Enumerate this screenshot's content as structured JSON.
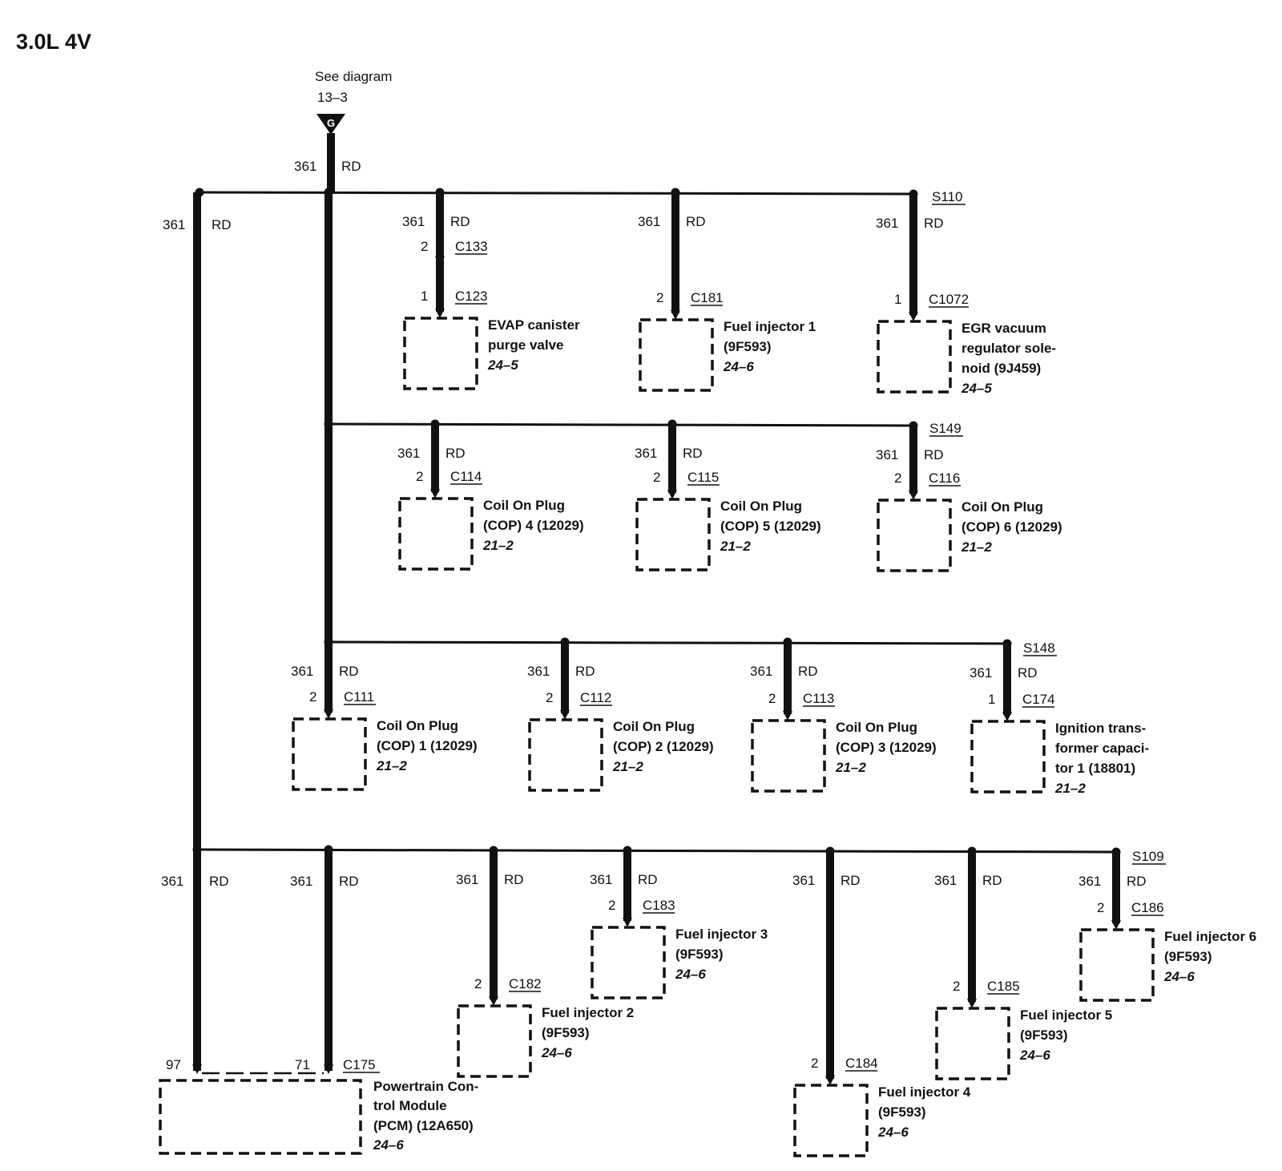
{
  "title": "3.0L 4V",
  "ref": {
    "line1": "See diagram",
    "line2": "13–3",
    "symbol": "G"
  },
  "feed": {
    "circuit": "361",
    "color": "RD"
  },
  "trunk": {
    "circuit": "361",
    "color": "RD"
  },
  "splices": [
    "S110",
    "S149",
    "S148",
    "S109"
  ],
  "components": [
    {
      "pin": "1",
      "connector": "C123",
      "upper_pin": "2",
      "upper_connector": "C133",
      "label": [
        "EVAP canister",
        "purge valve"
      ],
      "page": "24–5"
    },
    {
      "pin": "2",
      "connector": "C181",
      "label": [
        "Fuel injector 1",
        "(9F593)"
      ],
      "page": "24–6"
    },
    {
      "pin": "1",
      "connector": "C1072",
      "label": [
        "EGR vacuum",
        "regulator sole-",
        "noid (9J459)"
      ],
      "page": "24–5"
    },
    {
      "pin": "2",
      "connector": "C114",
      "label": [
        "Coil On Plug",
        "(COP) 4 (12029)"
      ],
      "page": "21–2"
    },
    {
      "pin": "2",
      "connector": "C115",
      "label": [
        "Coil On Plug",
        "(COP) 5 (12029)"
      ],
      "page": "21–2"
    },
    {
      "pin": "2",
      "connector": "C116",
      "label": [
        "Coil On Plug",
        "(COP) 6 (12029)"
      ],
      "page": "21–2"
    },
    {
      "pin": "2",
      "connector": "C111",
      "label": [
        "Coil On Plug",
        "(COP) 1 (12029)"
      ],
      "page": "21–2"
    },
    {
      "pin": "2",
      "connector": "C112",
      "label": [
        "Coil On Plug",
        "(COP) 2 (12029)"
      ],
      "page": "21–2"
    },
    {
      "pin": "2",
      "connector": "C113",
      "label": [
        "Coil On Plug",
        "(COP) 3 (12029)"
      ],
      "page": "21–2"
    },
    {
      "pin": "1",
      "connector": "C174",
      "label": [
        "Ignition trans-",
        "former capaci-",
        "tor 1 (18801)"
      ],
      "page": "21–2"
    },
    {
      "pin": "2",
      "connector": "C182",
      "label": [
        "Fuel injector 2",
        "(9F593)"
      ],
      "page": "24–6"
    },
    {
      "pin": "2",
      "connector": "C183",
      "label": [
        "Fuel injector 3",
        "(9F593)"
      ],
      "page": "24–6"
    },
    {
      "pin": "2",
      "connector": "C184",
      "label": [
        "Fuel injector 4",
        "(9F593)"
      ],
      "page": "24–6"
    },
    {
      "pin": "2",
      "connector": "C185",
      "label": [
        "Fuel injector 5",
        "(9F593)"
      ],
      "page": "24–6"
    },
    {
      "pin": "2",
      "connector": "C186",
      "label": [
        "Fuel injector 6",
        "(9F593)"
      ],
      "page": "24–6"
    }
  ],
  "pcm": {
    "pins": [
      "97",
      "71"
    ],
    "connector": "C175",
    "label": [
      "Powertrain Con-",
      "trol Module",
      "(PCM) (12A650)"
    ],
    "page": "24–6"
  }
}
